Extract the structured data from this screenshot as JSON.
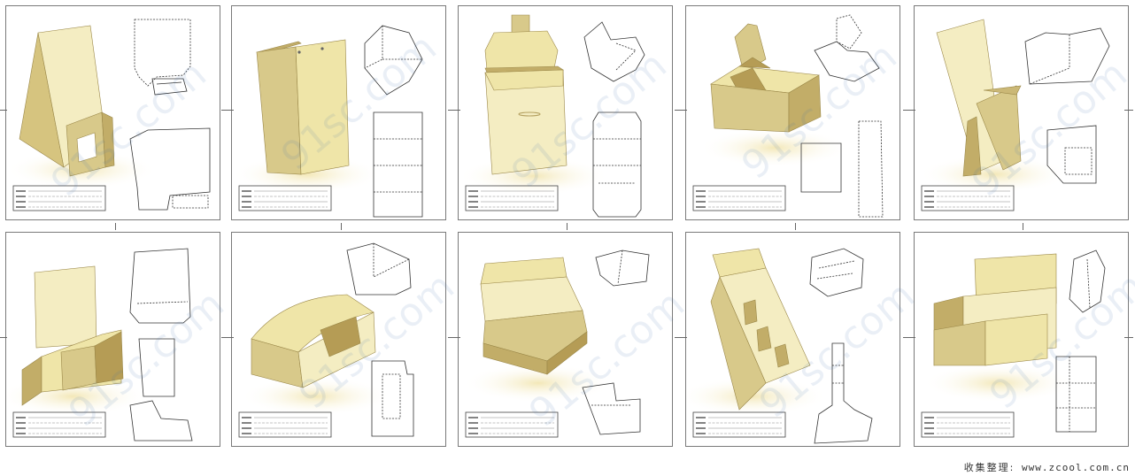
{
  "colors": {
    "face_front": "#efe5a8",
    "face_light": "#f4edc2",
    "face_side": "#d8c98a",
    "face_dark": "#c2ad68",
    "face_shadow": "#b59c55",
    "panel_border": "#7a7a7a",
    "dieline": "#333333"
  },
  "panels": [
    {
      "id": "p1",
      "model": "display-stand-with-pocket"
    },
    {
      "id": "p2",
      "model": "paper-bag"
    },
    {
      "id": "p3",
      "model": "flip-top-pouch"
    },
    {
      "id": "p4",
      "model": "open-lid-box"
    },
    {
      "id": "p5",
      "model": "leaning-display-stand"
    },
    {
      "id": "p6",
      "model": "header-card-tray"
    },
    {
      "id": "p7",
      "model": "curved-front-tray"
    },
    {
      "id": "p8",
      "model": "lidded-counter-tray"
    },
    {
      "id": "p9",
      "model": "stepped-partition-display"
    },
    {
      "id": "p10",
      "model": "header-u-tray"
    }
  ],
  "watermark": "91sc.com",
  "credit": {
    "label": "收集整理:",
    "site": "www.zcool.com.cn"
  }
}
